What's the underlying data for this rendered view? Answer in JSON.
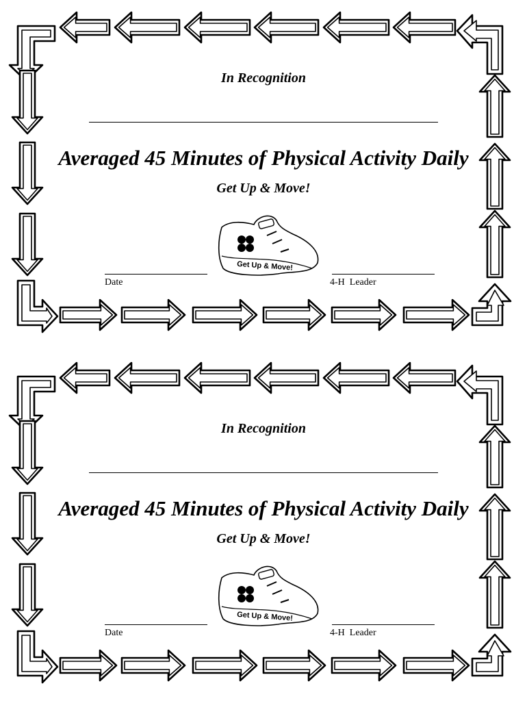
{
  "certificates": [
    {
      "heading": "In Recognition",
      "title": "Averaged 45 Minutes of Physical Activity Daily",
      "subtitle": "Get Up & Move!",
      "logo_text": "Get Up & Move!",
      "date_label": "Date",
      "leader_label": "4-H  Leader"
    },
    {
      "heading": "In Recognition",
      "title": "Averaged 45 Minutes of Physical Activity Daily",
      "subtitle": "Get Up & Move!",
      "logo_text": "Get Up & Move!",
      "date_label": "Date",
      "leader_label": "4-H  Leader"
    }
  ]
}
